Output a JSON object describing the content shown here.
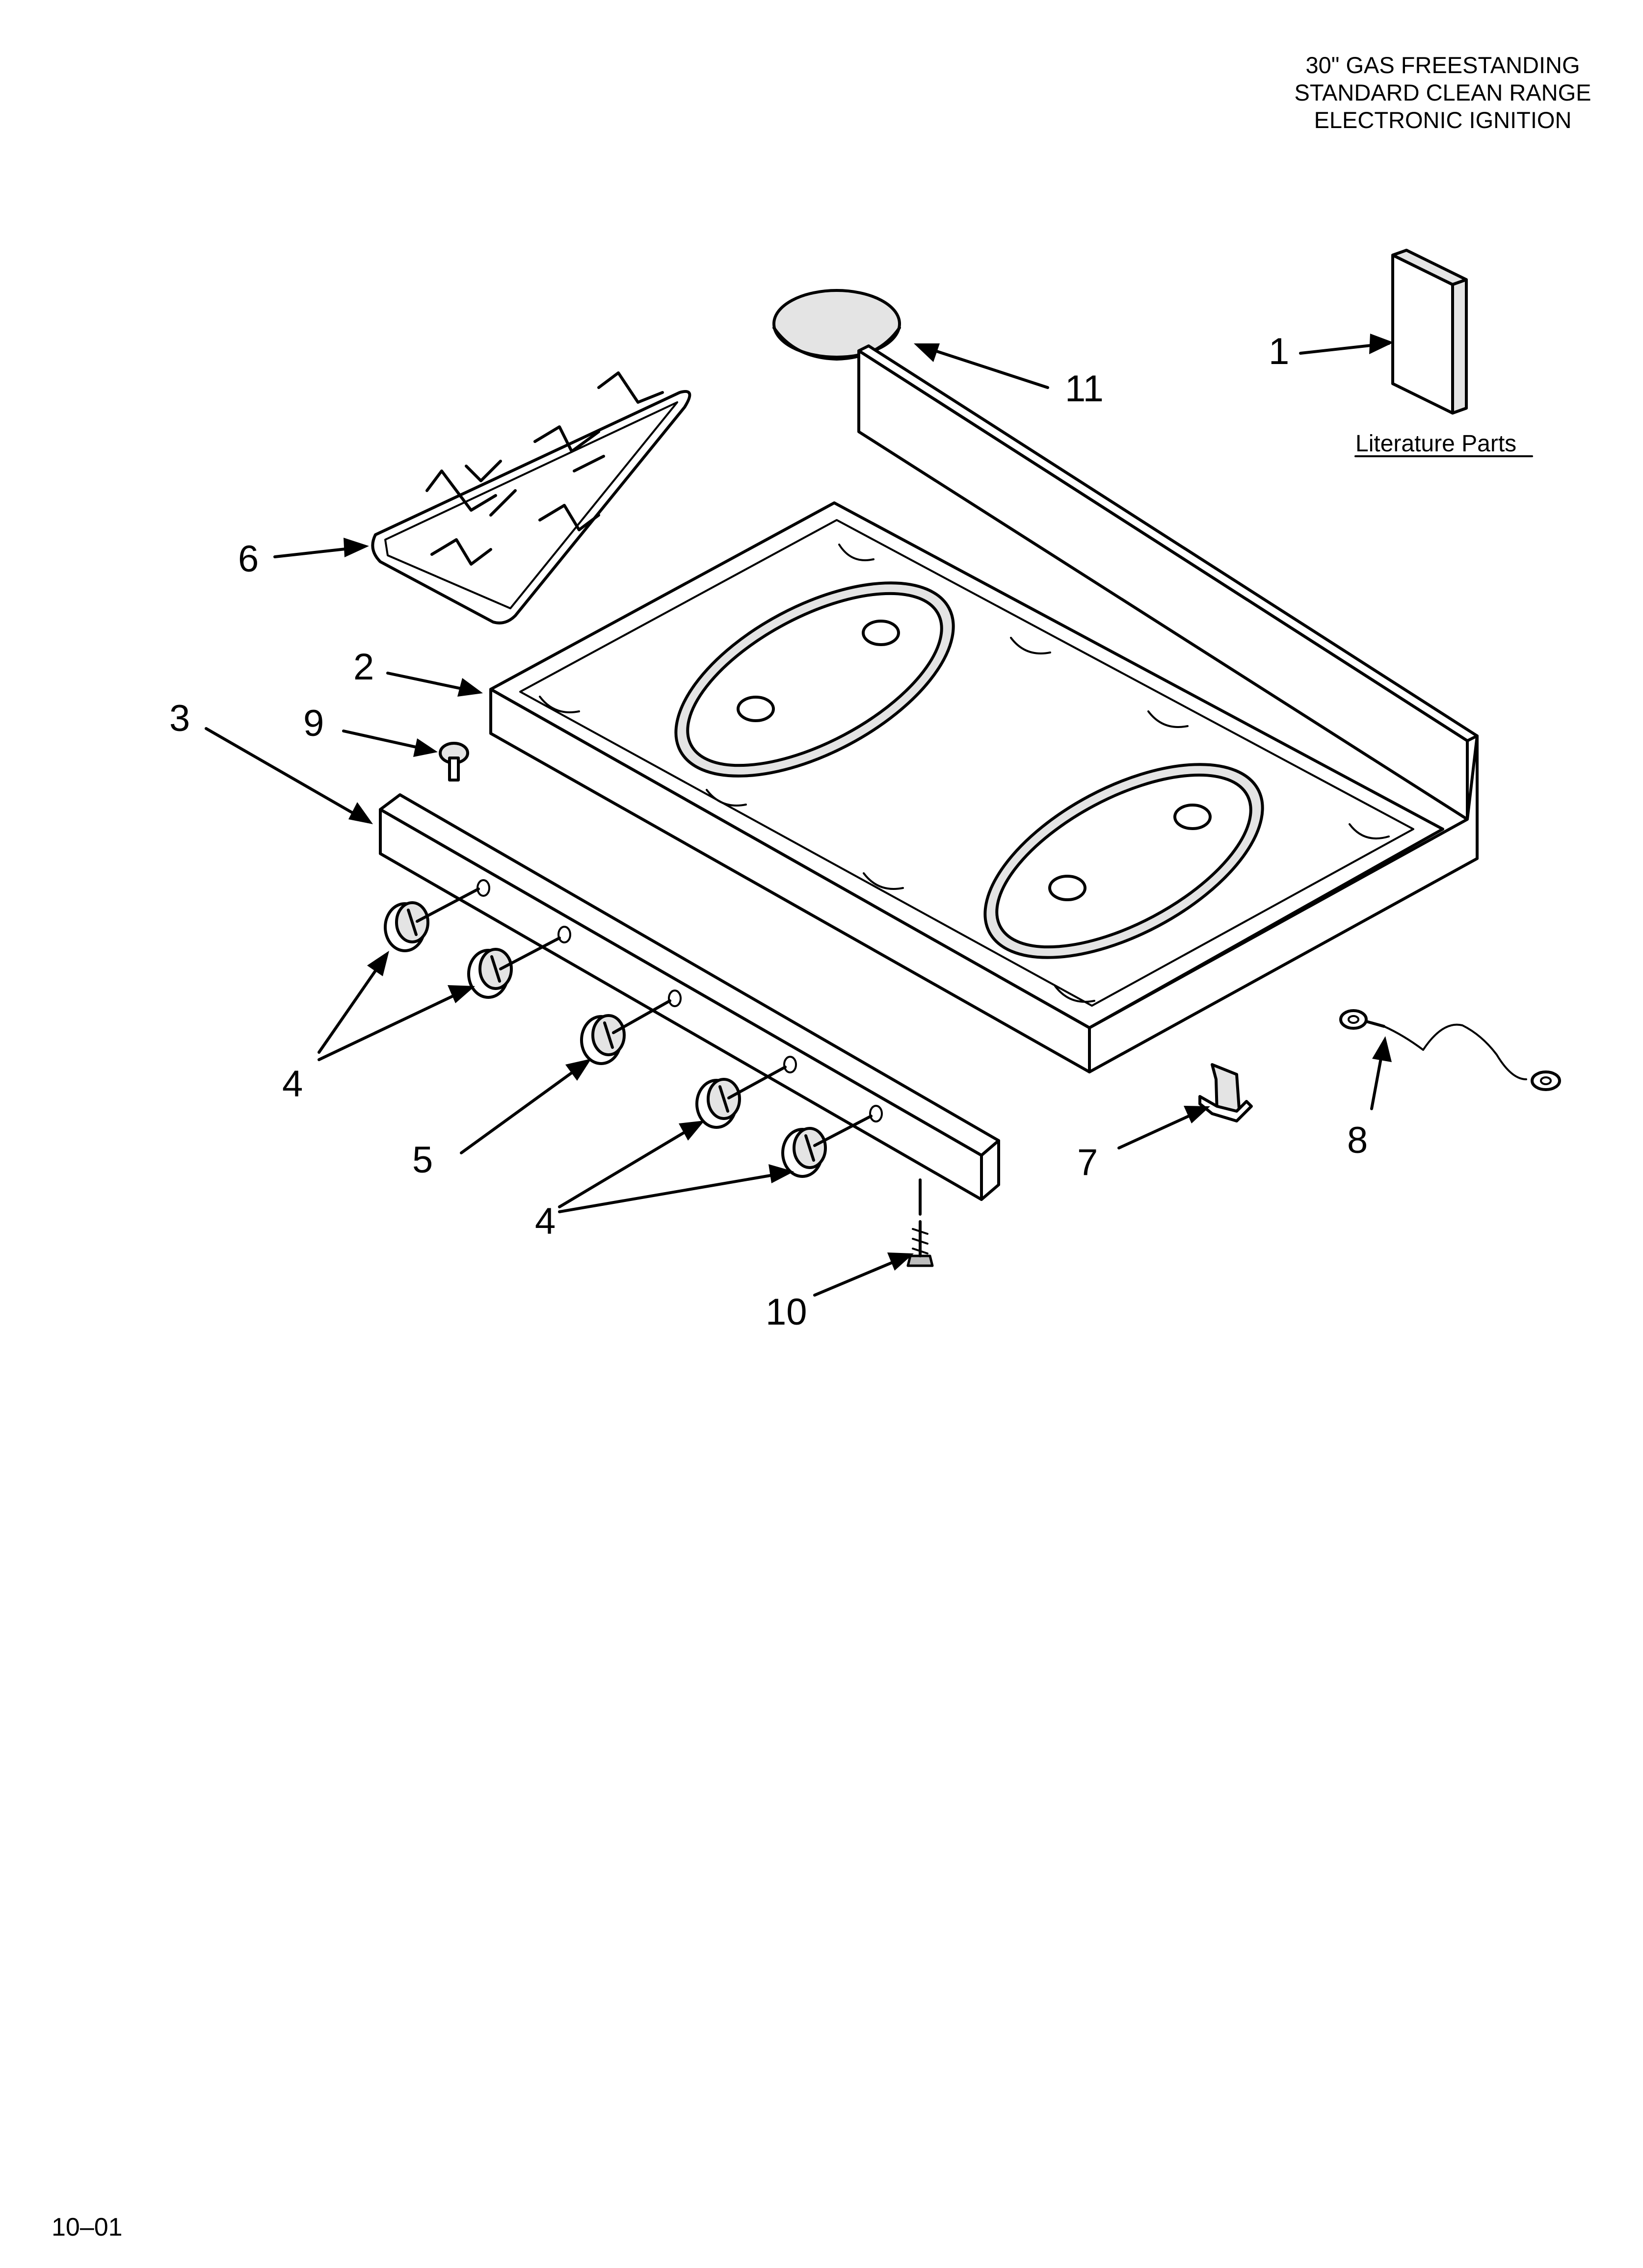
{
  "title": {
    "lines": [
      "30\" GAS FREESTANDING",
      "STANDARD CLEAN RANGE",
      "ELECTRONIC IGNITION"
    ]
  },
  "footer_code": "10–01",
  "literature_label": "Literature Parts",
  "callouts": {
    "c1": "1",
    "c2": "2",
    "c3": "3",
    "c4a": "4",
    "c4b": "4",
    "c5": "5",
    "c6": "6",
    "c7": "7",
    "c8": "8",
    "c9": "9",
    "c10": "10",
    "c11": "11"
  }
}
